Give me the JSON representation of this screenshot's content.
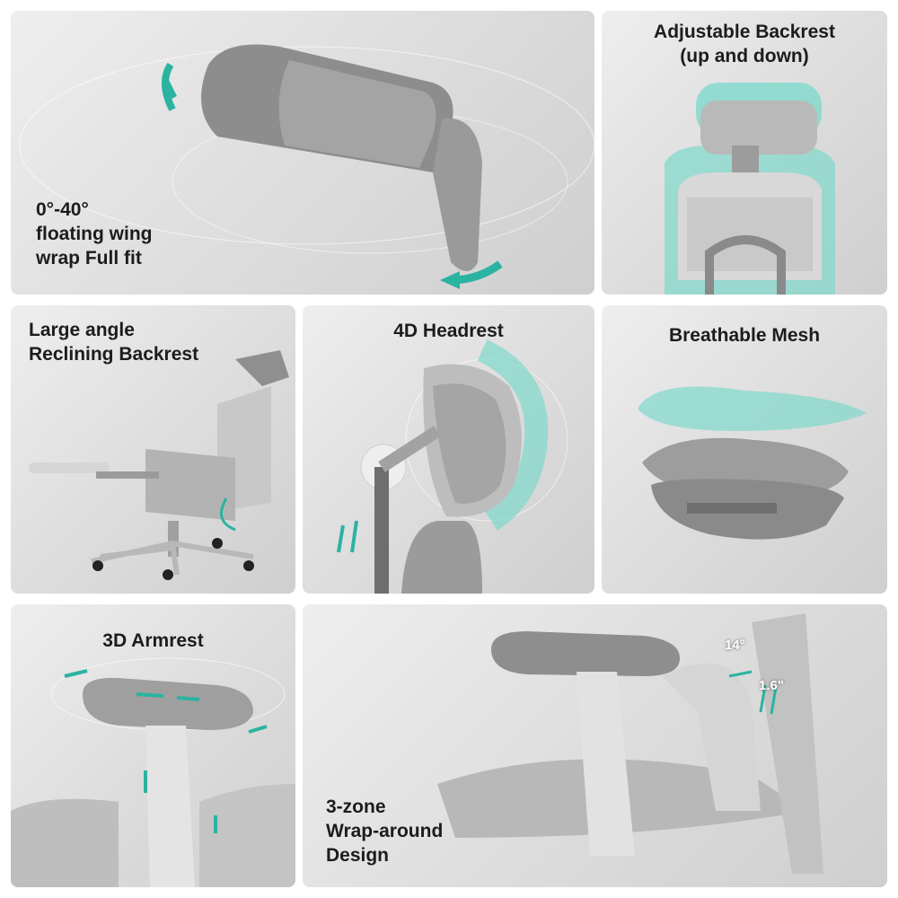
{
  "accent_color": "#2bb3a1",
  "panels": {
    "wing": {
      "lines": [
        "0°-40°",
        "floating wing",
        "wrap Full fit"
      ]
    },
    "backrest": {
      "lines": [
        "Adjustable Backrest",
        "(up and down)"
      ]
    },
    "recline": {
      "lines": [
        "Large angle",
        "Reclining Backrest"
      ]
    },
    "headrest": {
      "title": "4D Headrest"
    },
    "mesh": {
      "title": "Breathable Mesh"
    },
    "armrest": {
      "title": "3D Armrest"
    },
    "wrap": {
      "lines": [
        "3-zone",
        "Wrap-around",
        "Design"
      ],
      "angle_label": "14°",
      "distance_label": "1.6\""
    }
  }
}
